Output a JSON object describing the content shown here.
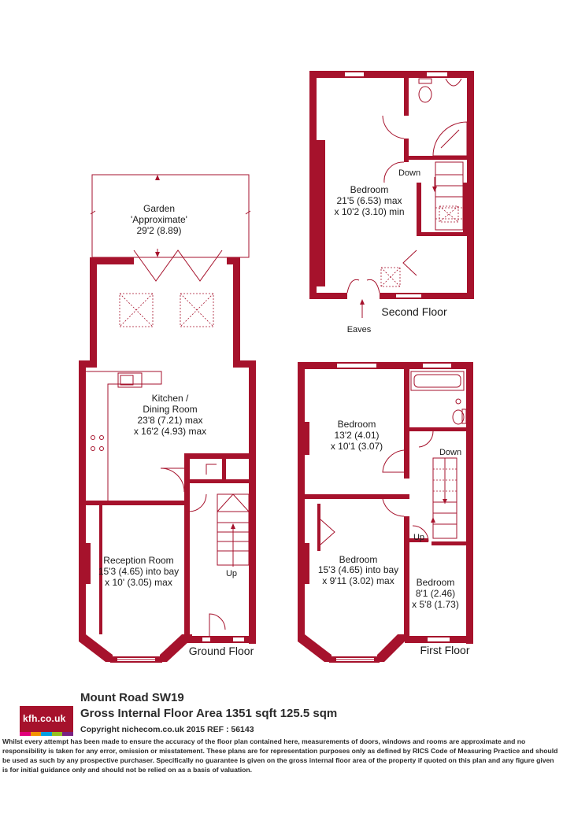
{
  "property": {
    "address": "Mount Road  SW19",
    "area": "Gross Internal Floor Area 1351 sqft 125.5 sqm",
    "copyright": "Copyright nichecom.co.uk 2015 REF : 56143",
    "disclaimer": "Whilst every attempt has been made to ensure the accuracy of the floor plan contained here, measurements of doors, windows and rooms are approximate and no responsibility is taken for any error, omission or misstatement.  These plans are for representation purposes only as defined by RICS Code of Measuring Practice and should be used as such by any prospective purchaser.  Specifically no guarantee is given on the gross internal floor area of the property if quoted on this plan and any figure given is for initial guidance only and should not be relied on as a basis of valuation."
  },
  "logo": {
    "text": "kfh.co.uk",
    "bar_colors": [
      "#e3007d",
      "#f39200",
      "#009fe3",
      "#95c11f",
      "#7a2182"
    ]
  },
  "colors": {
    "wall": "#a6122c",
    "text": "#1a1a1a"
  },
  "floors": {
    "ground": {
      "label": "Ground Floor",
      "garden": {
        "name": "Garden",
        "note": "'Approximate'",
        "dims": "29'2 (8.89)"
      },
      "kitchen": {
        "name1": "Kitchen /",
        "name2": "Dining Room",
        "dims1": "23'8 (7.21) max",
        "dims2": "x 16'2 (4.93) max"
      },
      "reception": {
        "name": "Reception Room",
        "dims1": "15'3 (4.65) into bay",
        "dims2": "x 10' (3.05) max"
      },
      "stairs": "Up"
    },
    "first": {
      "label": "First Floor",
      "bedroom_front": {
        "name": "Bedroom",
        "dims1": "13'2 (4.01)",
        "dims2": "x 10'1 (3.07)"
      },
      "bedroom_bay": {
        "name": "Bedroom",
        "dims1": "15'3 (4.65) into bay",
        "dims2": "x 9'11 (3.02) max"
      },
      "bedroom_small": {
        "name": "Bedroom",
        "dims1": "8'1 (2.46)",
        "dims2": "x 5'8 (1.73)"
      },
      "stairs_down": "Down",
      "stairs_up": "Up"
    },
    "second": {
      "label": "Second Floor",
      "bedroom": {
        "name": "Bedroom",
        "dims1": "21'5 (6.53) max",
        "dims2": "x 10'2 (3.10) min"
      },
      "stairs_down": "Down",
      "eaves": "Eaves"
    }
  }
}
